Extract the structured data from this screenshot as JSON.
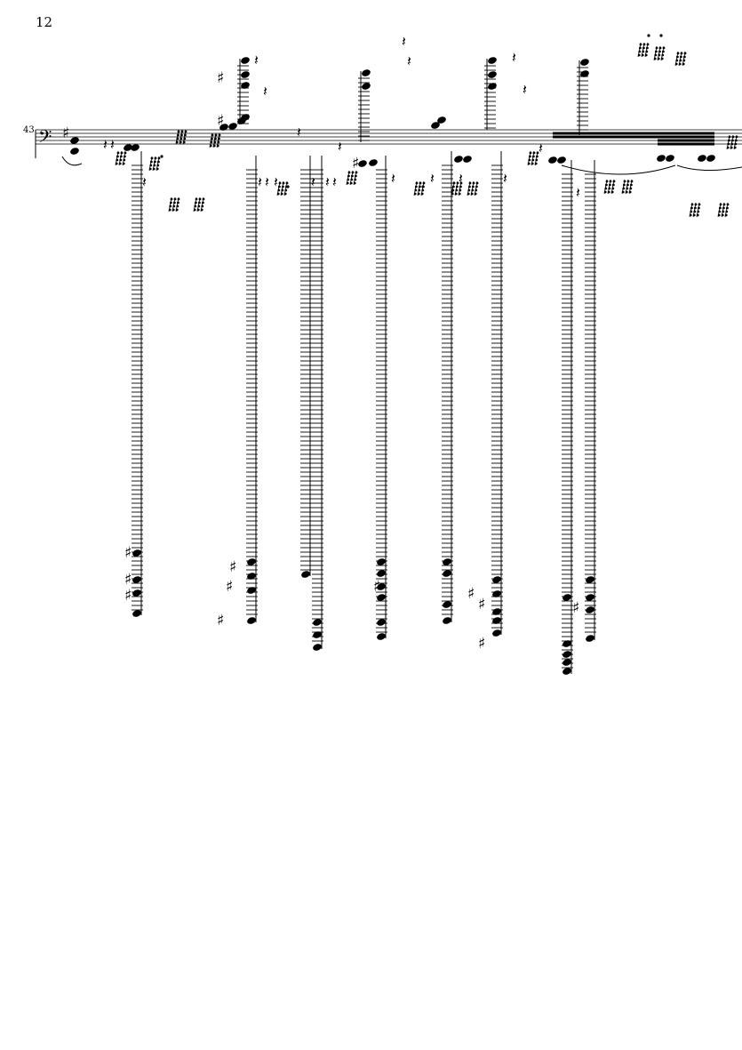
{
  "page": {
    "page_number": "12",
    "measure_number": "43",
    "clef": "bass-clef",
    "colors": {
      "ink": "#000000",
      "paper": "#ffffff"
    }
  }
}
